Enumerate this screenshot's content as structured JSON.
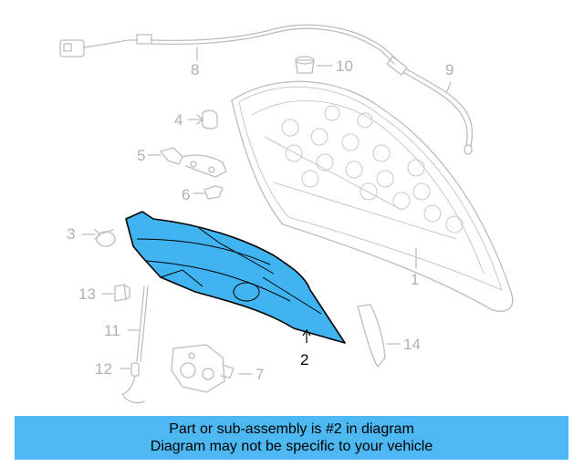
{
  "diagram": {
    "callouts": {
      "c1": "1",
      "c2": "2",
      "c3": "3",
      "c4": "4",
      "c5": "5",
      "c6": "6",
      "c7": "7",
      "c8": "8",
      "c9": "9",
      "c10": "10",
      "c11": "11",
      "c12": "12",
      "c13": "13",
      "c14": "14"
    },
    "highlighted_part": "2",
    "colors": {
      "highlight_fill": "#3fb4f0",
      "ghost_stroke": "#bdbdbd",
      "banner": "#4db8f1"
    }
  },
  "banner": {
    "line1": "Part or sub-assembly is #2 in diagram",
    "line2": "Diagram may not be specific to your vehicle"
  }
}
